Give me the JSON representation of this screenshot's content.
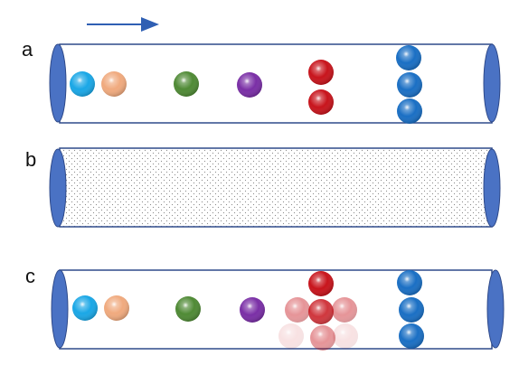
{
  "colors": {
    "arrow": "#2f5fb3",
    "tube_outline": "#2f4a8a",
    "tube_cap": "#4a72c4",
    "tube_dots": "#8a8a8a"
  },
  "panels": [
    {
      "label": "a",
      "tube_style": "empty"
    },
    {
      "label": "b",
      "tube_style": "dotted"
    },
    {
      "label": "c",
      "tube_style": "empty"
    }
  ],
  "spheres_a": [
    {
      "color": "#1aa7e6"
    },
    {
      "color": "#f0aa7e"
    },
    {
      "color": "#4f8a35"
    },
    {
      "color": "#7a2fa6"
    },
    {
      "color": "#c8141c"
    },
    {
      "color": "#c8141c"
    },
    {
      "color": "#1a6fc4"
    },
    {
      "color": "#1a6fc4"
    },
    {
      "color": "#1a6fc4"
    }
  ],
  "spheres_c": [
    {
      "color": "#1aa7e6",
      "opacity": 1
    },
    {
      "color": "#f0aa7e",
      "opacity": 1
    },
    {
      "color": "#4f8a35",
      "opacity": 1
    },
    {
      "color": "#7a2fa6",
      "opacity": 1
    },
    {
      "color": "#c8141c",
      "opacity": 1
    },
    {
      "color": "#c8141c",
      "opacity": 0.45
    },
    {
      "color": "#c8141c",
      "opacity": 0.85
    },
    {
      "color": "#c8141c",
      "opacity": 0.45
    },
    {
      "color": "#c8141c",
      "opacity": 0.12
    },
    {
      "color": "#c8141c",
      "opacity": 0.45
    },
    {
      "color": "#c8141c",
      "opacity": 0.12
    },
    {
      "color": "#1a6fc4",
      "opacity": 1
    },
    {
      "color": "#1a6fc4",
      "opacity": 1
    },
    {
      "color": "#1a6fc4",
      "opacity": 1
    }
  ]
}
